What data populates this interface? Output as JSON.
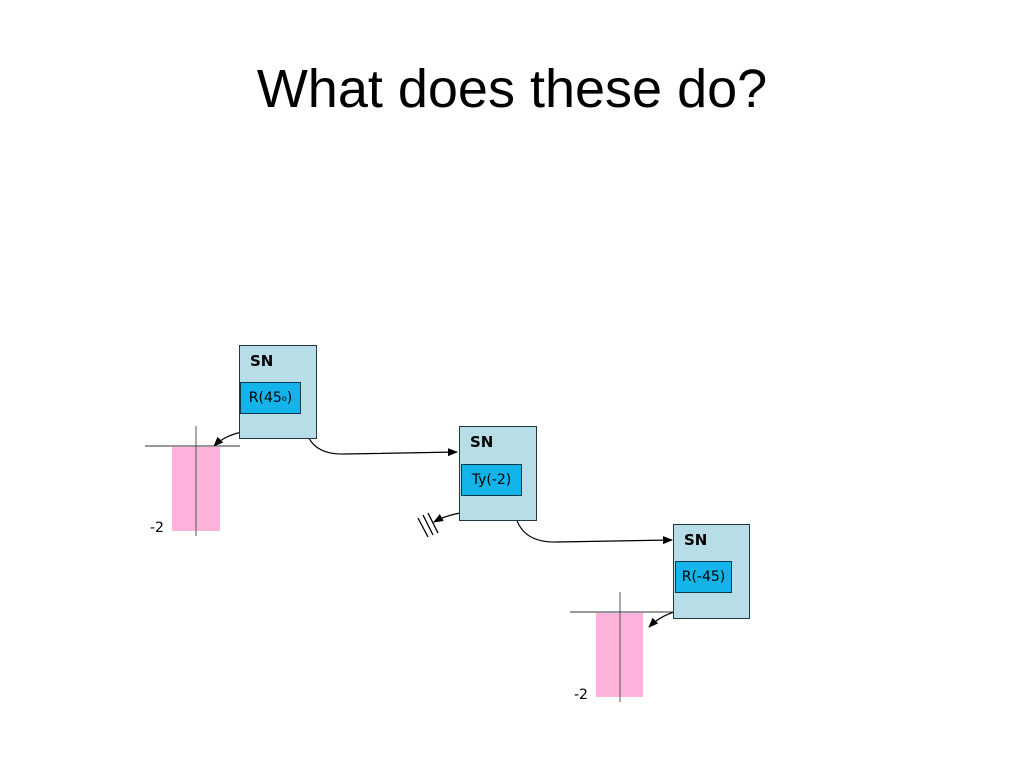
{
  "slide": {
    "title": "What does these do?"
  },
  "nodes": [
    {
      "label": "SN",
      "op_text": "R(45",
      "op_sup": "o",
      "op_suffix": ")"
    },
    {
      "label": "SN",
      "op_text": "Ty(-2)"
    },
    {
      "label": "SN",
      "op_text": "R(-45)"
    }
  ],
  "axes": [
    {
      "value_label": "-2"
    },
    {
      "value_label": "-2"
    }
  ],
  "colors": {
    "node_fill": "#b7dee6",
    "op_fill": "#14b4ea",
    "shape_fill": "#ffb3dc"
  }
}
